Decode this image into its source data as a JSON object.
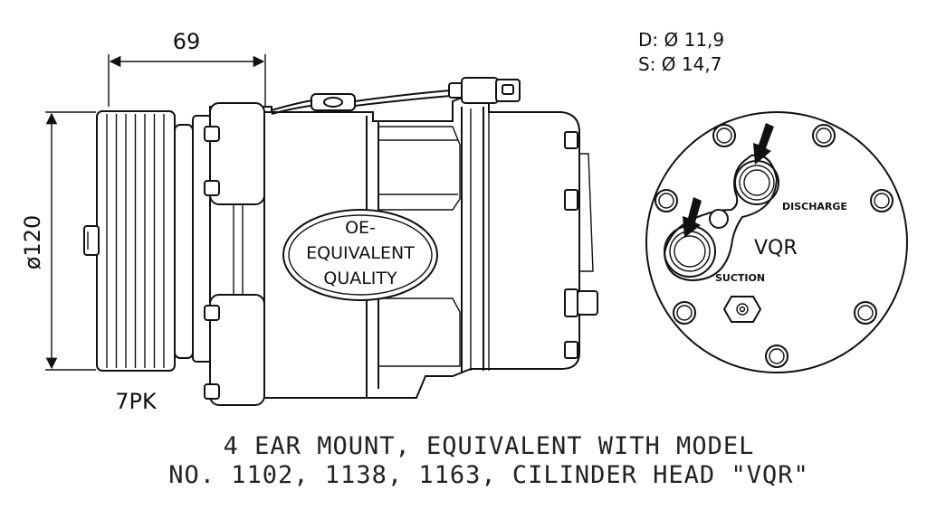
{
  "dimensions": {
    "length": "69",
    "diameter": "ø120",
    "belt": "7PK"
  },
  "ports": {
    "discharge_dim": "D: Ø 11,9",
    "suction_dim": "S: Ø 14,7",
    "discharge_label": "DISCHARGE",
    "suction_label": "SUCTION",
    "head_code": "VQR"
  },
  "badge": {
    "line1": "OE-",
    "line2": "EQUIVALENT",
    "line3": "QUALITY"
  },
  "caption": {
    "line1": "4 EAR MOUNT, EQUIVALENT WITH MODEL",
    "line2": "NO. 1102, 1138, 1163, CILINDER HEAD \"VQR\""
  }
}
